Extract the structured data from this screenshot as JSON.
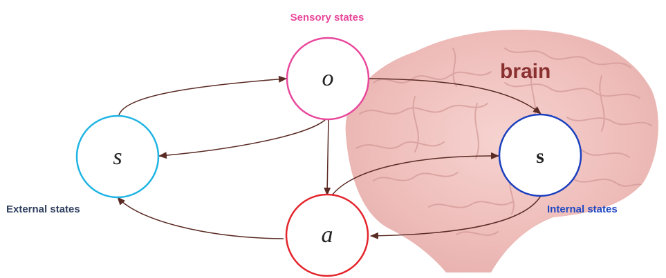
{
  "labels": {
    "sensory": "Sensory states",
    "external": "External states",
    "internal": "Internal states",
    "brain": "brain"
  },
  "nodes": {
    "sensory_symbol": "o",
    "external_symbol": "s",
    "internal_symbol": "s",
    "action_symbol": "a"
  },
  "colors": {
    "sensory": "#e8479b",
    "external": "#1fb4e3",
    "internal": "#1a3fbf",
    "action": "#e4242b",
    "external_label": "#2f3f5f",
    "internal_label": "#1f47c2",
    "brain_label": "#8a3030",
    "arrow": "#5a2a24"
  }
}
